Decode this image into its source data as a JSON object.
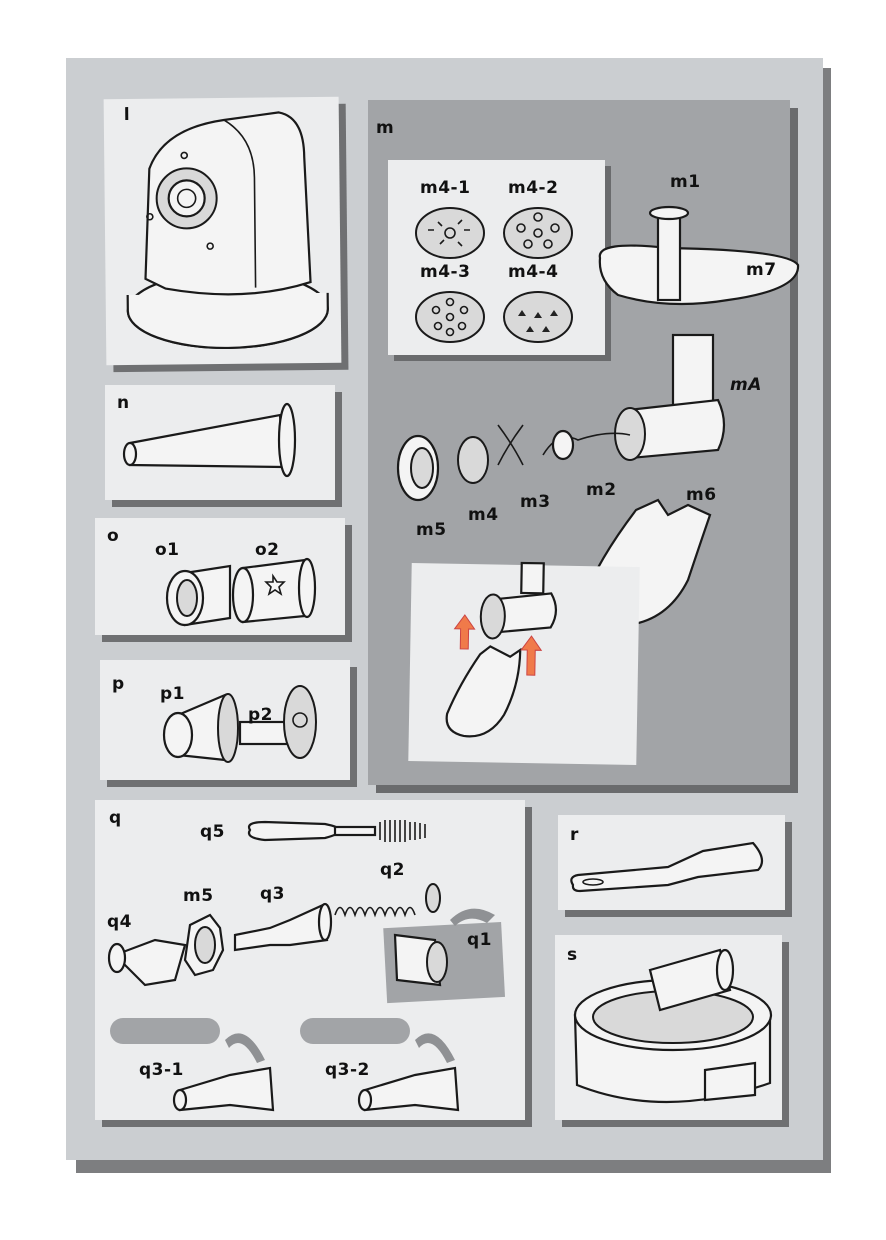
{
  "sections": {
    "l": {
      "label": "l"
    },
    "m": {
      "label": "m",
      "discs": [
        "m4-1",
        "m4-2",
        "m4-3",
        "m4-4"
      ],
      "parts": {
        "m1": "m1",
        "m7": "m7",
        "mA": "mA",
        "m2": "m2",
        "m3": "m3",
        "m4": "m4",
        "m5": "m5",
        "m6": "m6"
      }
    },
    "n": {
      "label": "n"
    },
    "o": {
      "label": "o",
      "parts": [
        "o1",
        "o2"
      ]
    },
    "p": {
      "label": "p",
      "parts": [
        "p1",
        "p2"
      ]
    },
    "q": {
      "label": "q",
      "parts": {
        "q5": "q5",
        "q4": "q4",
        "m5": "m5",
        "q3": "q3",
        "q2": "q2",
        "q1": "q1",
        "q3_1": "q3-1",
        "q3_2": "q3-2"
      }
    },
    "r": {
      "label": "r"
    },
    "s": {
      "label": "s"
    }
  },
  "colors": {
    "sheet": "#cbced1",
    "panel": "#ecedee",
    "panel_dark": "#a2a4a7",
    "arrow": "#f07a4a"
  }
}
